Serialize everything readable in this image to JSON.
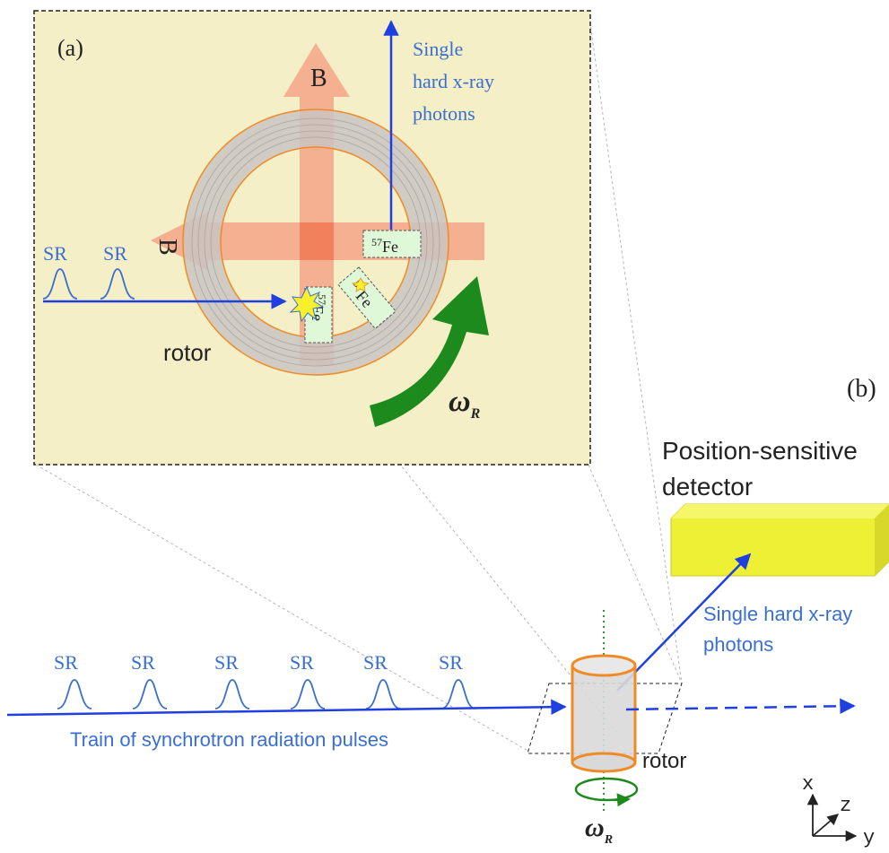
{
  "panel_a": {
    "label": "(a)",
    "b_field_label": "B",
    "sr_labels": [
      "SR",
      "SR"
    ],
    "photon_label_lines": [
      "Single",
      "hard x-ray",
      "photons"
    ],
    "fe_top": {
      "sup": "57",
      "text": "Fe"
    },
    "fe_left": {
      "sup": "57",
      "text": "Fe"
    },
    "fe_diag": {
      "sup": "57",
      "text": "Fe"
    },
    "rotor_label": "rotor",
    "omega_symbol": "ω",
    "omega_sub": "R"
  },
  "panel_b": {
    "label": "(b)",
    "detector_label_lines": [
      "Position-sensitive",
      "detector"
    ],
    "photon_label_lines": [
      "Single hard x-ray",
      "photons"
    ],
    "sr_labels": [
      "SR",
      "SR",
      "SR",
      "SR",
      "SR",
      "SR"
    ],
    "train_label": "Train of synchrotron radiation pulses",
    "rotor_label": "rotor",
    "omega_symbol": "ω",
    "omega_sub": "R",
    "axes": {
      "x": "x",
      "y": "y",
      "z": "z"
    }
  },
  "colors": {
    "beam_blue": "#1f3fe0",
    "label_blue": "#3a6fd0",
    "panel_bg": "#f4efc7",
    "b_arrow": "#f4a88a",
    "rotor_ring": "#c9c6c2",
    "rotor_orange": "#f08a24",
    "rotation_green": "#1c8a1c",
    "detector_yellow": "#eef036",
    "fe_label_bg": "#dff8d8"
  }
}
